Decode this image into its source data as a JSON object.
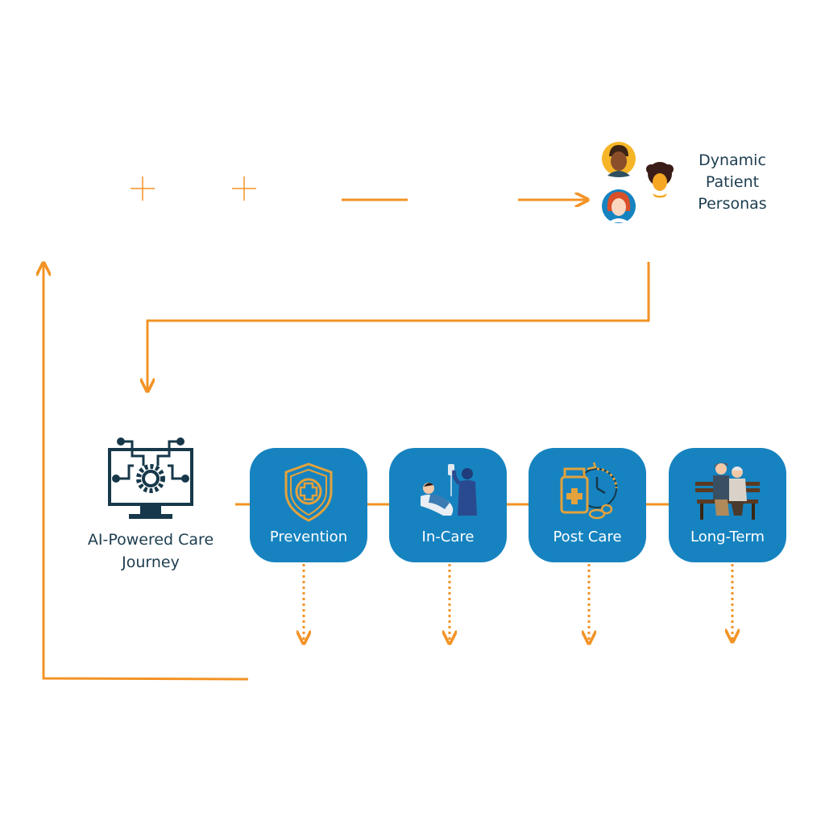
{
  "colors": {
    "accent_orange": "#f39325",
    "card_blue": "#1683c0",
    "text_navy": "#1c3d4f",
    "icon_navy": "#16384a",
    "icon_gold": "#e3a23c"
  },
  "personas": {
    "label_line1": "Dynamic",
    "label_line2": "Patient",
    "label_line3": "Personas",
    "avatars": [
      "male-avatar-icon",
      "curly-hair-avatar-icon",
      "female-avatar-icon"
    ]
  },
  "journey": {
    "label_line1": "AI-Powered Care",
    "label_line2": "Journey",
    "icon": "ai-computer-icon"
  },
  "stages": [
    {
      "label": "Prevention",
      "icon": "shield-cross-icon"
    },
    {
      "label": "In-Care",
      "icon": "patient-doctor-icon"
    },
    {
      "label": "Post Care",
      "icon": "medicine-clock-icon"
    },
    {
      "label": "Long-Term",
      "icon": "elderly-couple-bench-icon"
    }
  ]
}
